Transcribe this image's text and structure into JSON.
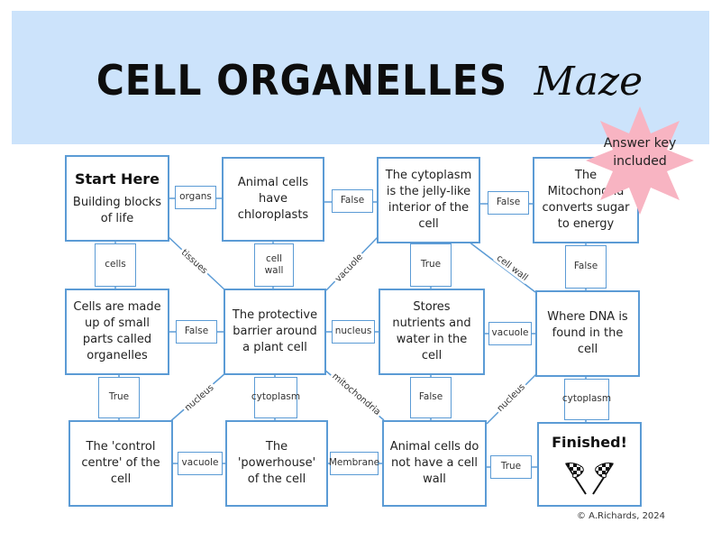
{
  "title": {
    "main": "CELL ORGANELLES",
    "script": "Maze"
  },
  "cells": {
    "start_head": "Start Here",
    "start": "Building blocks of life",
    "animal_chloro": "Animal cells have chloroplasts",
    "cytoplasm": "The cytoplasm is the jelly-like interior of the cell",
    "mitochondria": "The Mitochondria converts sugar to energy",
    "organelles": "Cells are made up of small parts called organelles",
    "barrier": "The protective barrier around a plant cell",
    "stores": "Stores nutrients and water in the cell",
    "dna": "Where DNA is found in the cell",
    "control": "The 'control centre' of the cell",
    "powerhouse": "The 'powerhouse' of the cell",
    "no_wall": "Animal cells do not have a cell wall",
    "finished": "Finished!"
  },
  "connectors": {
    "organs": "organs",
    "false1": "False",
    "false2": "False",
    "cells": "cells",
    "cell_wall": "cell wall",
    "true1": "True",
    "false3": "False",
    "false4": "False",
    "nucleus1": "nucleus",
    "vacuole1": "vacuole",
    "true2": "True",
    "false5": "False",
    "cytoplasm1": "cytoplasm",
    "vacuole2": "vacuole",
    "membrane": "Membrane",
    "true3": "True"
  },
  "diagonals": {
    "tissues": "tissues",
    "vacuole": "vacuole",
    "cell_wall": "cell wall",
    "nucleus_a": "nucleus",
    "cytoplasm": "cytoplasm",
    "mitochondria": "mitochondria",
    "nucleus_b": "nucleus"
  },
  "badge": "Answer key included",
  "credit": "© A.Richards, 2024",
  "colors": {
    "banner": "#cce3fb",
    "border": "#5b9bd5",
    "badge": "#f8b4c2"
  }
}
